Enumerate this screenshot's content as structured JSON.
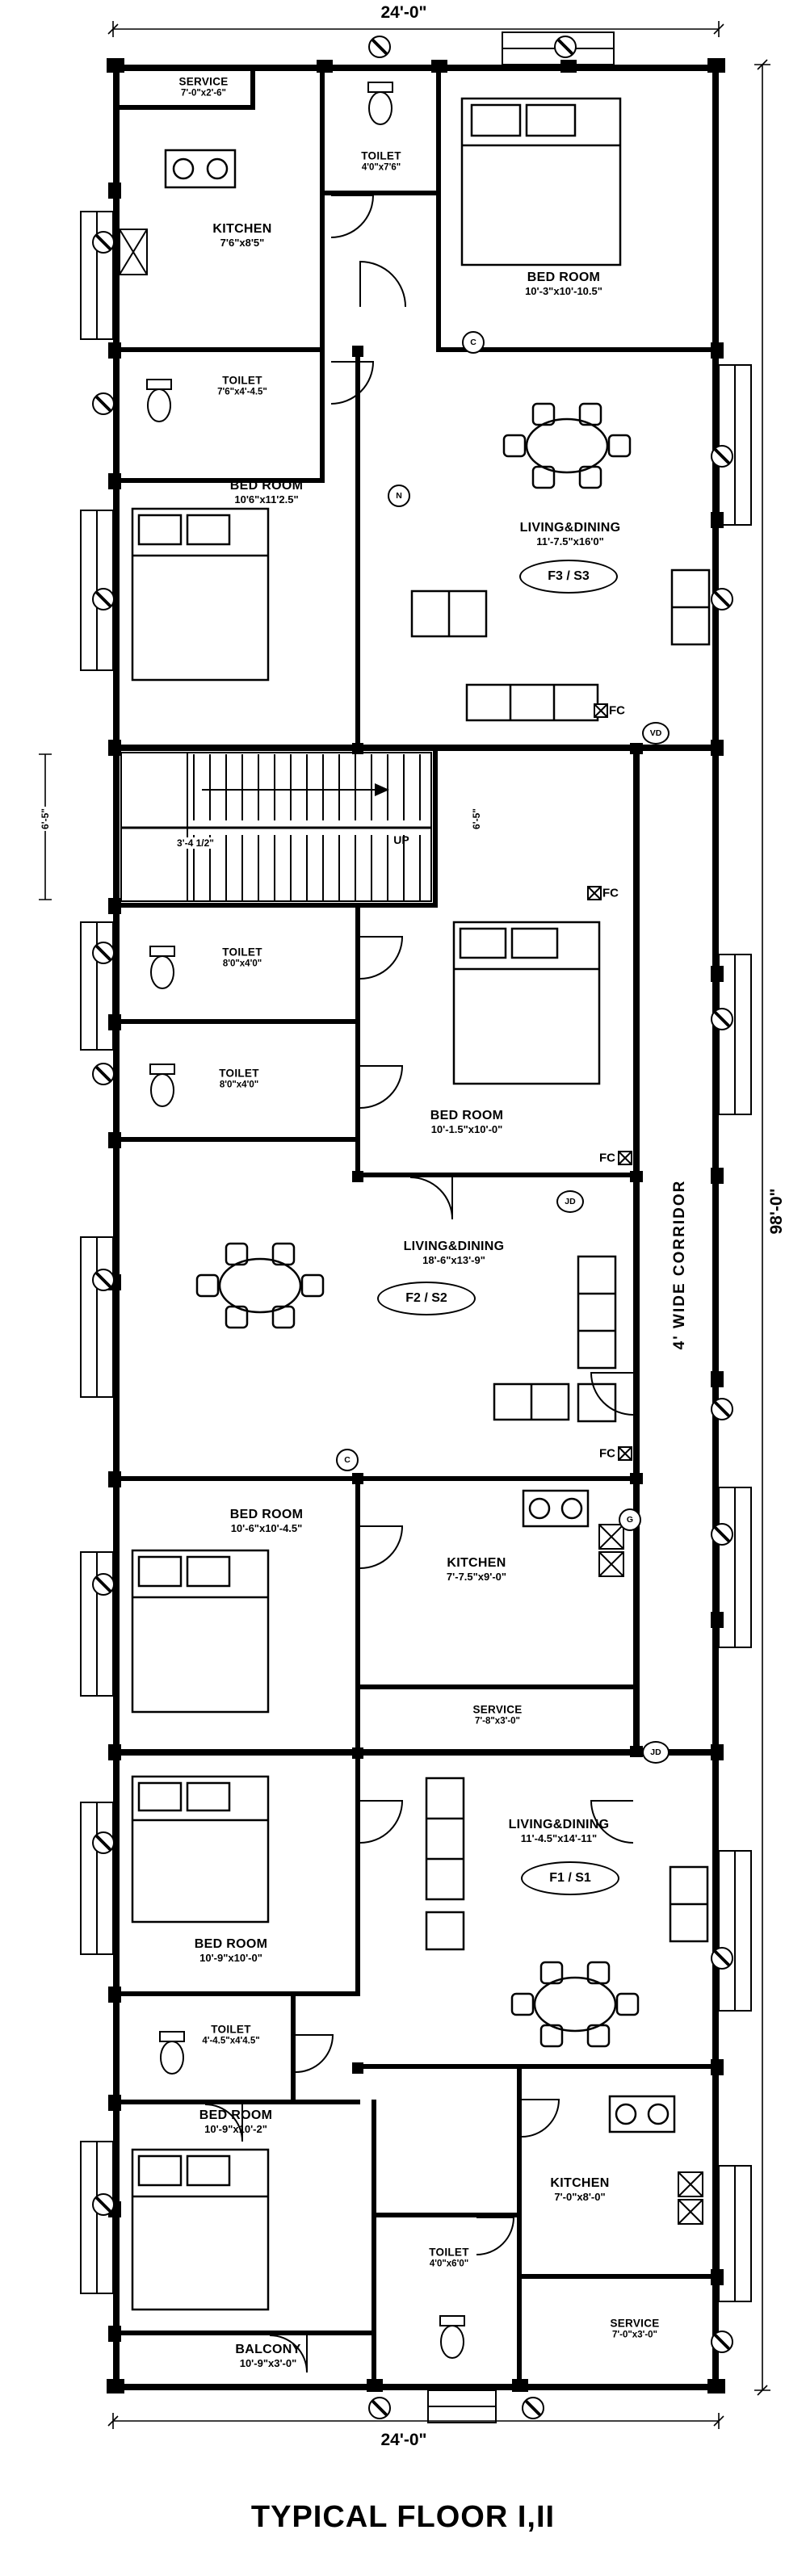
{
  "title": "TYPICAL FLOOR I,II",
  "dims": {
    "top": "24'-0\"",
    "bottom": "24'-0\"",
    "right": "98'-0\"",
    "stair_width": "3'-4 1/2\"",
    "stair_left": "6'-5\"",
    "stair_right": "6'-5\""
  },
  "corridor_label": "4' WIDE CORRIDOR",
  "up_label": "UP",
  "fc": "FC",
  "units": {
    "f3": {
      "flat": "F3 / S3"
    },
    "f2": {
      "flat": "F2 / S2"
    },
    "f1": {
      "flat": "F1 / S1"
    }
  },
  "rooms": {
    "service3": {
      "name": "SERVICE",
      "size": "7'-0\"x2'-6\""
    },
    "kitchen3": {
      "name": "KITCHEN",
      "size": "7'6\"x8'5\""
    },
    "toilet3a": {
      "name": "TOILET",
      "size": "4'0\"x7'6\""
    },
    "bed3a": {
      "name": "BED ROOM",
      "size": "10'-3\"x10'-10.5\""
    },
    "toilet3b": {
      "name": "TOILET",
      "size": "7'6\"x4'-4.5\""
    },
    "bed3b": {
      "name": "BED ROOM",
      "size": "10'6\"x11'2.5\""
    },
    "living3": {
      "name": "LIVING&DINING",
      "size": "11'-7.5\"x16'0\""
    },
    "toilet2a": {
      "name": "TOILET",
      "size": "8'0\"x4'0\""
    },
    "toilet2b": {
      "name": "TOILET",
      "size": "8'0\"x4'0\""
    },
    "bed2a": {
      "name": "BED ROOM",
      "size": "10'-1.5\"x10'-0\""
    },
    "living2": {
      "name": "LIVING&DINING",
      "size": "18'-6\"x13'-9\""
    },
    "bed2b": {
      "name": "BED ROOM",
      "size": "10'-6\"x10'-4.5\""
    },
    "kitchen2": {
      "name": "KITCHEN",
      "size": "7'-7.5\"x9'-0\""
    },
    "service2": {
      "name": "SERVICE",
      "size": "7'-8\"x3'-0\""
    },
    "living1": {
      "name": "LIVING&DINING",
      "size": "11'-4.5\"x14'-11\""
    },
    "bed1a": {
      "name": "BED ROOM",
      "size": "10'-9\"x10'-0\""
    },
    "toilet1a": {
      "name": "TOILET",
      "size": "4'-4.5\"x4'4.5\""
    },
    "bed1b": {
      "name": "BED ROOM",
      "size": "10'-9\"x10'-2\""
    },
    "kitchen1": {
      "name": "KITCHEN",
      "size": "7'-0\"x8'-0\""
    },
    "toilet1b": {
      "name": "TOILET",
      "size": "4'0\"x6'0\""
    },
    "service1": {
      "name": "SERVICE",
      "size": "7'-0\"x3'-0\""
    },
    "balcony": {
      "name": "BALCONY",
      "size": "10'-9\"x3'-0\""
    }
  },
  "tags": {
    "c1": "C",
    "n1": "N",
    "vd": "VD",
    "jd1": "JD",
    "c2": "C",
    "g1": "G",
    "jd2": "JD"
  }
}
